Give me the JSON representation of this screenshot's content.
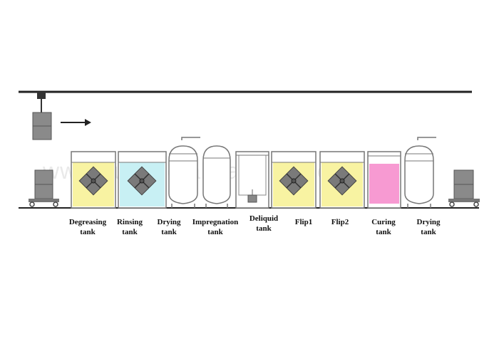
{
  "colors": {
    "line": "#222222",
    "outline": "#777777",
    "cart": "#7a7a7a",
    "yellow": "#f8f3a2",
    "cyan": "#c8f0f4",
    "pink": "#f79ad2",
    "basket": "#777777"
  },
  "watermark": "www.autometalmachines.com",
  "stations": [
    {
      "id": "degreasing",
      "line1": "Degreasing",
      "line2": "tank"
    },
    {
      "id": "rinsing",
      "line1": "Rinsing",
      "line2": "tank"
    },
    {
      "id": "drying-1",
      "line1": "Drying",
      "line2": "tank"
    },
    {
      "id": "impregnation",
      "line1": "Impregnation",
      "line2": "tank"
    },
    {
      "id": "deliquid",
      "line1": "Deliquid",
      "line2": "tank"
    },
    {
      "id": "flip1",
      "line1": "Flip1",
      "line2": ""
    },
    {
      "id": "flip2",
      "line1": "Flip2",
      "line2": ""
    },
    {
      "id": "curing",
      "line1": "Curing",
      "line2": "tank"
    },
    {
      "id": "drying-2",
      "line1": "Drying",
      "line2": "tank"
    }
  ]
}
